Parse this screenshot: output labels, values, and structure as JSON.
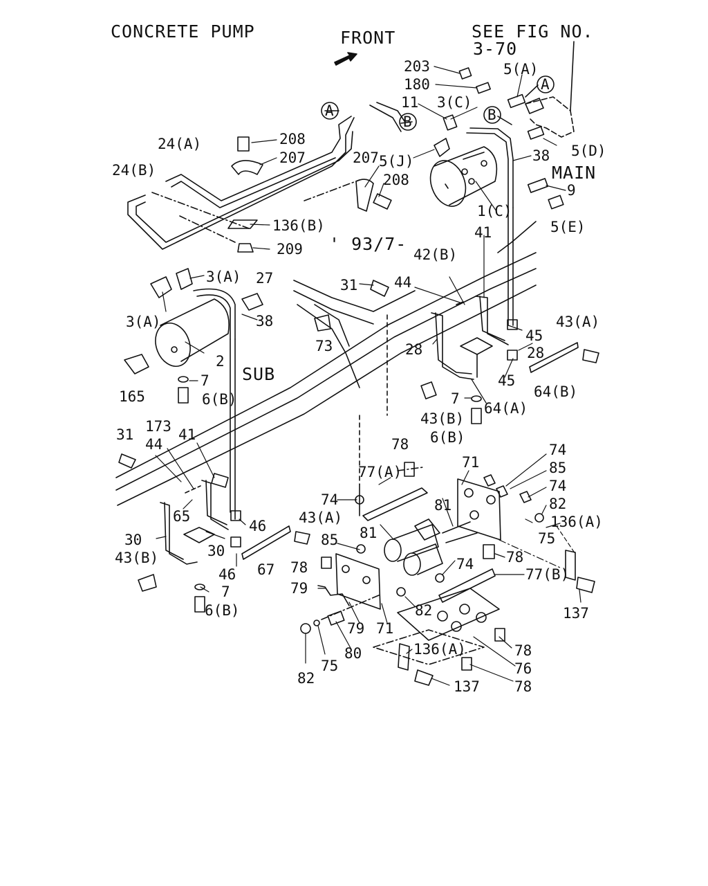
{
  "diagram": {
    "title": "CONCRETE PUMP",
    "front": "FRONT",
    "see_fig": [
      "SEE FIG NO.",
      "3-70"
    ],
    "main": "MAIN",
    "sub": "SUB",
    "date": "' 93/7-",
    "circle_marks": [
      "A",
      "B"
    ]
  },
  "callouts": [
    "203",
    "180",
    "5(A)",
    "11",
    "3(C)",
    "5(J)",
    "5(D)",
    "38",
    "9",
    "1(C)",
    "5(E)",
    "208",
    "207",
    "207",
    "208",
    "24(A)",
    "24(B)",
    "136(B)",
    "209",
    "3(A)",
    "3(A)",
    "27",
    "38",
    "2",
    "7",
    "6(B)",
    "165",
    "73",
    "31",
    "44",
    "42(B)",
    "41",
    "43(A)",
    "45",
    "28",
    "28",
    "45",
    "43(B)",
    "7",
    "64(A)",
    "64(B)",
    "6(B)",
    "31",
    "173",
    "44",
    "41",
    "65",
    "30",
    "30",
    "46",
    "46",
    "67",
    "43(A)",
    "43(B)",
    "7",
    "6(B)",
    "78",
    "77(A)",
    "71",
    "74",
    "85",
    "74",
    "82",
    "136(A)",
    "75",
    "74",
    "81",
    "81",
    "85",
    "78",
    "74",
    "77(B)",
    "78",
    "79",
    "82",
    "79",
    "71",
    "80",
    "75",
    "82",
    "137",
    "78",
    "136(A)",
    "76",
    "78",
    "137"
  ]
}
